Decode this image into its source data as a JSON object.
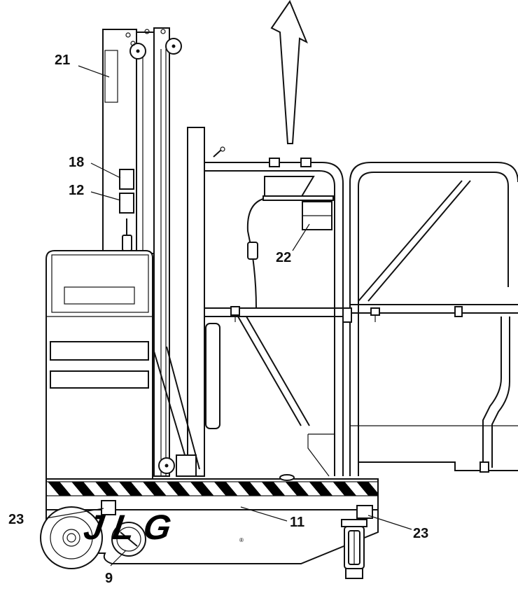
{
  "callouts": {
    "c21": "21",
    "c18": "18",
    "c12": "12",
    "c22": "22",
    "c23_left": "23",
    "c11": "11",
    "c23_right": "23",
    "c9": "9"
  },
  "brand": {
    "logo_text": "JLG",
    "registered_mark": "®"
  },
  "colors": {
    "line": "#111111",
    "background": "#ffffff",
    "hazard_stripe": "#000000"
  }
}
